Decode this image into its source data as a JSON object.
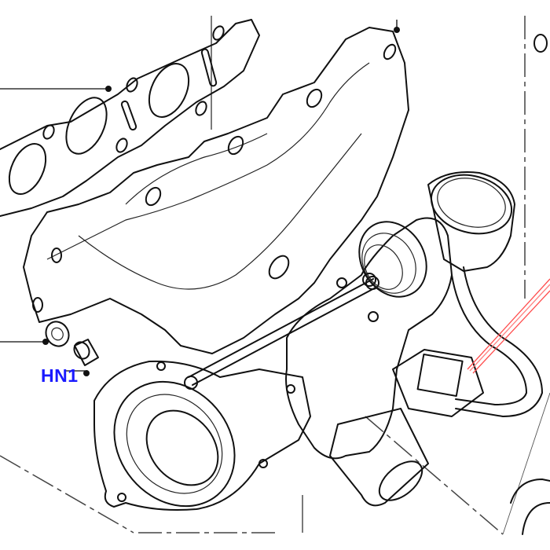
{
  "diagram": {
    "type": "exploded parts diagram",
    "subject": "exhaust manifold and turbocharger assembly",
    "background_color": "#ffffff",
    "line_color": "#111111"
  },
  "callouts": [
    {
      "label": "HN1",
      "color": "#1a1aff",
      "position": "left, beside manifold stud and nut"
    }
  ],
  "leader_lines": {
    "black_leader_color": "#333333",
    "red_leader_color": "#ff4d4d"
  },
  "parts": [
    {
      "name": "exhaust-manifold-gasket"
    },
    {
      "name": "exhaust-manifold"
    },
    {
      "name": "turbocharger"
    },
    {
      "name": "turbo-outlet-flange"
    },
    {
      "name": "wastegate-actuator-rod"
    },
    {
      "name": "stud"
    },
    {
      "name": "nut"
    },
    {
      "name": "oil-feed-pipe"
    },
    {
      "name": "wastegate-solenoid"
    }
  ]
}
